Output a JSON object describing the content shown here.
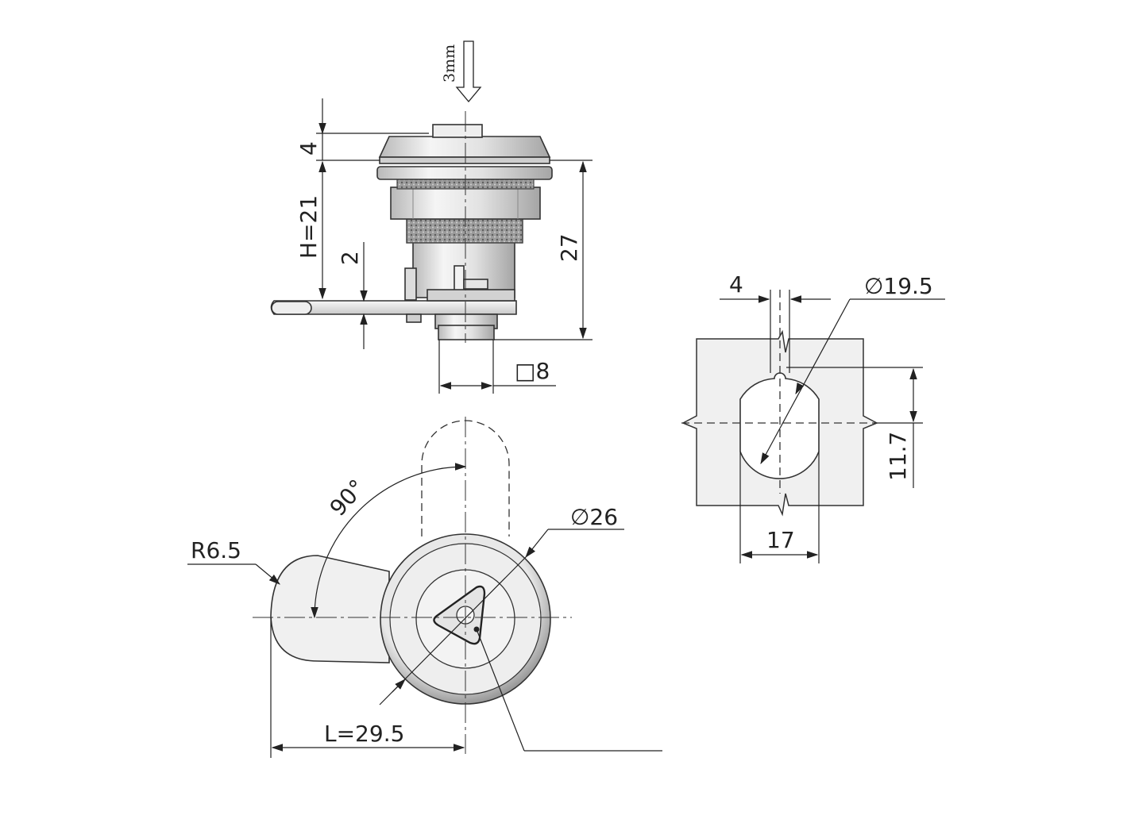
{
  "labels": {
    "push_depth": "3mm",
    "head_height": "4",
    "height": "H=21",
    "cam_thickness": "2",
    "total_length": "27",
    "square_key": "□8",
    "cutout_flat": "4",
    "cutout_diameter": "∅19.5",
    "cutout_height": "11.7",
    "cutout_width": "17",
    "rotation_angle": "90°",
    "cam_radius": "R6.5",
    "head_diameter": "∅26",
    "cam_length": "L=29.5"
  },
  "colors": {
    "line": "#222222",
    "metal_light": "#f2f2f2",
    "metal_mid": "#d9d9d9",
    "metal_dark": "#a8a8a8",
    "panel": "#f0f0f0"
  }
}
